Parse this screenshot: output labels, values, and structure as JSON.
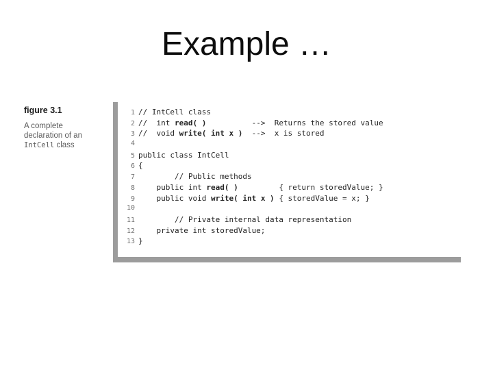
{
  "slide": {
    "title": "Example …",
    "background_color": "#ffffff",
    "title_color": "#0d0d0d"
  },
  "figure": {
    "label": "figure 3.1",
    "caption": {
      "lines": [
        {
          "parts": [
            {
              "t": "A complete",
              "mono": 0
            }
          ]
        },
        {
          "parts": [
            {
              "t": "declaration of an",
              "mono": 0
            }
          ]
        },
        {
          "parts": [
            {
              "t": "IntCell",
              "mono": 1
            },
            {
              "t": " class",
              "mono": 0
            }
          ]
        }
      ]
    },
    "colors": {
      "accent_bar": "#9c9c9c",
      "bottom_rule": "#9c9c9c",
      "line_number": "#737373",
      "code_text": "#242424",
      "caption_text": "#5a5a5a",
      "label_text": "#1b1b1b"
    },
    "code": {
      "lines": [
        {
          "num": "1",
          "parts": [
            {
              "t": "// IntCell class",
              "b": 0
            }
          ]
        },
        {
          "num": "2",
          "parts": [
            {
              "t": "//  int ",
              "b": 0
            },
            {
              "t": "read( )",
              "b": 1
            },
            {
              "t": "          ",
              "b": 0
            },
            {
              "t": "-->  Returns the stored value",
              "b": 0
            }
          ]
        },
        {
          "num": "3",
          "parts": [
            {
              "t": "//  void ",
              "b": 0
            },
            {
              "t": "write( int x )",
              "b": 1
            },
            {
              "t": "  ",
              "b": 0
            },
            {
              "t": "-->  x is stored",
              "b": 0
            }
          ]
        },
        {
          "num": "4",
          "parts": []
        },
        {
          "num": "5",
          "parts": [
            {
              "t": "public class IntCell",
              "b": 0
            }
          ]
        },
        {
          "num": "6",
          "parts": [
            {
              "t": "{",
              "b": 0
            }
          ]
        },
        {
          "num": "7",
          "parts": [
            {
              "t": "        // Public methods",
              "b": 0
            }
          ]
        },
        {
          "num": "8",
          "parts": [
            {
              "t": "    public int ",
              "b": 0
            },
            {
              "t": "read( )",
              "b": 1
            },
            {
              "t": "         ",
              "b": 0
            },
            {
              "t": "{ return storedValue; }",
              "b": 0
            }
          ]
        },
        {
          "num": "9",
          "parts": [
            {
              "t": "    public void ",
              "b": 0
            },
            {
              "t": "write( int x )",
              "b": 1
            },
            {
              "t": " ",
              "b": 0
            },
            {
              "t": "{ storedValue = x; }",
              "b": 0
            }
          ]
        },
        {
          "num": "10",
          "parts": []
        },
        {
          "num": "11",
          "parts": [
            {
              "t": "        // Private internal data representation",
              "b": 0
            }
          ]
        },
        {
          "num": "12",
          "parts": [
            {
              "t": "    private int storedValue;",
              "b": 0
            }
          ]
        },
        {
          "num": "13",
          "parts": [
            {
              "t": "}",
              "b": 0
            }
          ]
        }
      ]
    }
  }
}
